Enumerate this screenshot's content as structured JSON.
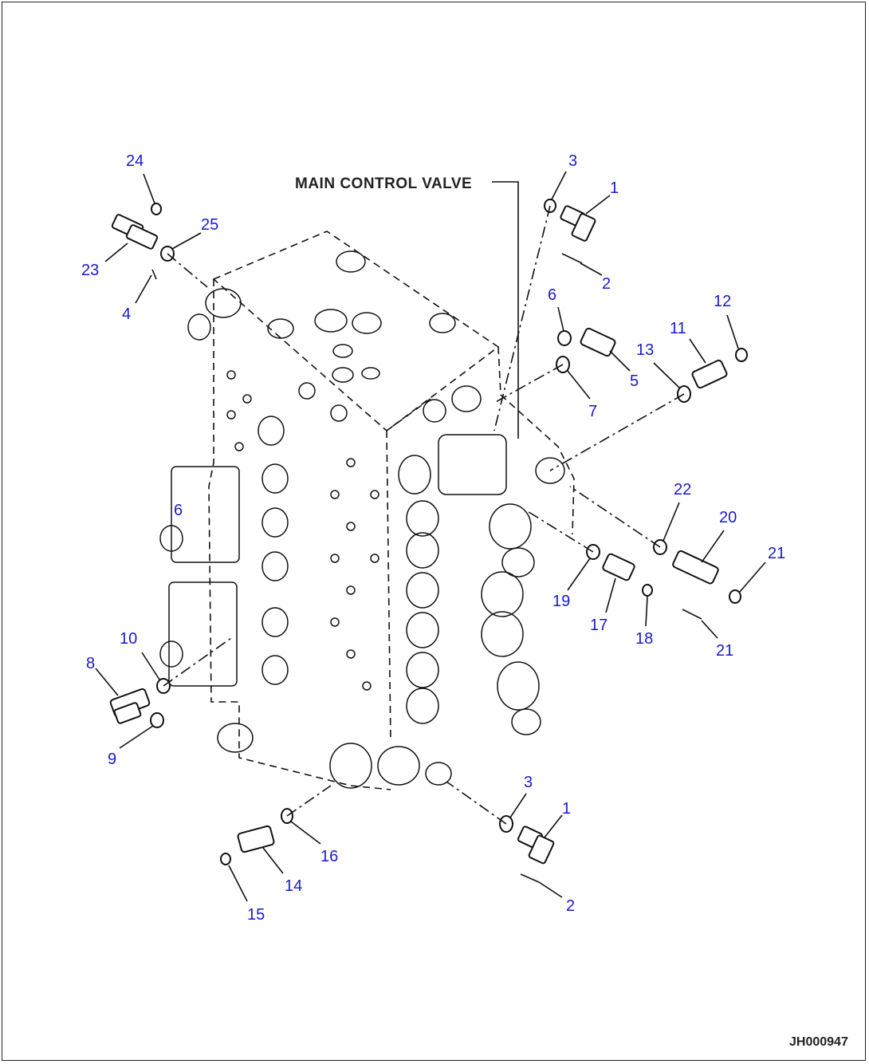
{
  "diagram": {
    "title": "MAIN CONTROL VALVE",
    "reference_code": "JH000947",
    "callouts": {
      "c1a": "1",
      "c2a": "2",
      "c3a": "3",
      "c4": "4",
      "c5": "5",
      "c6": "6",
      "c6b": "6",
      "c7": "7",
      "c8": "8",
      "c9": "9",
      "c10": "10",
      "c11": "11",
      "c12": "12",
      "c13": "13",
      "c14": "14",
      "c15": "15",
      "c16": "16",
      "c17": "17",
      "c18": "18",
      "c19": "19",
      "c20": "20",
      "c21a": "21",
      "c21b": "21",
      "c22": "22",
      "c23": "23",
      "c24": "24",
      "c25": "25",
      "c1b": "1",
      "c2b": "2",
      "c3b": "3"
    }
  }
}
